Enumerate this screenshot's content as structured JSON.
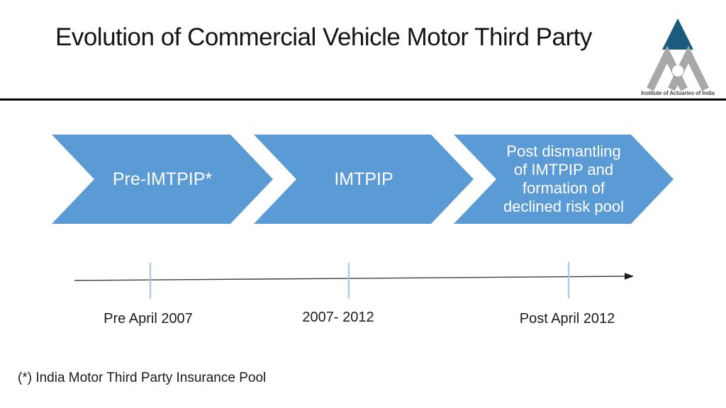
{
  "slide": {
    "title": "Evolution of Commercial Vehicle Motor Third Party",
    "footnote": "(*) India Motor Third Party Insurance Pool"
  },
  "logo": {
    "caption": "Institute of Actuaries of India",
    "triangle_color": "#1d5b7e",
    "emblem_color": "#a8a8a8"
  },
  "chevrons": {
    "fill_color": "#5b9bd5",
    "text_color": "#ffffff",
    "items": [
      {
        "label": "Pre-IMTPIP*"
      },
      {
        "label": "IMTPIP"
      },
      {
        "label": "Post dismantling\nof IMTPIP and\nformation of\ndeclined risk pool"
      }
    ]
  },
  "timeline": {
    "line_color": "#3f3f3f",
    "tick_color": "#a9c8e8",
    "labels": [
      "Pre April 2007",
      "2007- 2012",
      "Post April 2012"
    ]
  }
}
